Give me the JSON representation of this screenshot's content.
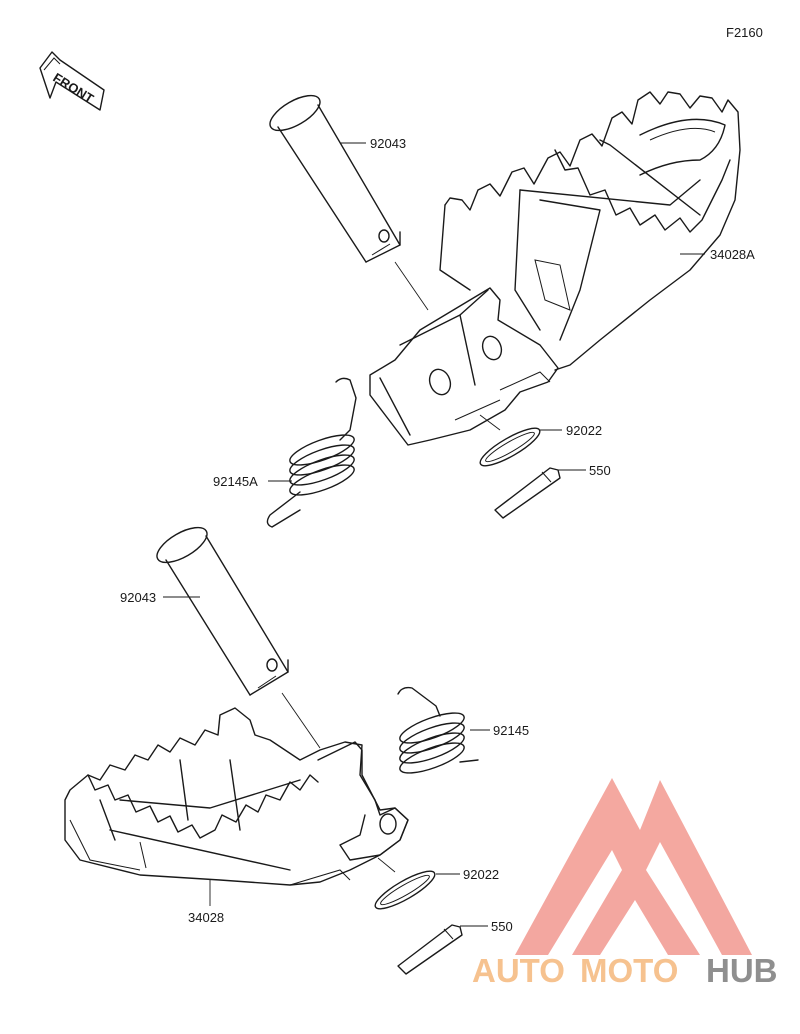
{
  "diagram": {
    "figure_code": "F2160",
    "front_marker": "FRONT",
    "callouts": [
      {
        "id": "c1",
        "text": "92043"
      },
      {
        "id": "c2",
        "text": "34028A"
      },
      {
        "id": "c3",
        "text": "92022"
      },
      {
        "id": "c4",
        "text": "550"
      },
      {
        "id": "c5",
        "text": "92145A"
      },
      {
        "id": "c6",
        "text": "92043"
      },
      {
        "id": "c7",
        "text": "92145"
      },
      {
        "id": "c8",
        "text": "92022"
      },
      {
        "id": "c9",
        "text": "34028"
      },
      {
        "id": "c10",
        "text": "550"
      }
    ]
  },
  "watermark": {
    "word_1": "AUTO",
    "word_2": "MOTO",
    "word_3": "HUB",
    "color_accent": "#f3a39b",
    "color_text_light": "#f6bf8a",
    "color_text_dark": "#8a8a8a"
  }
}
